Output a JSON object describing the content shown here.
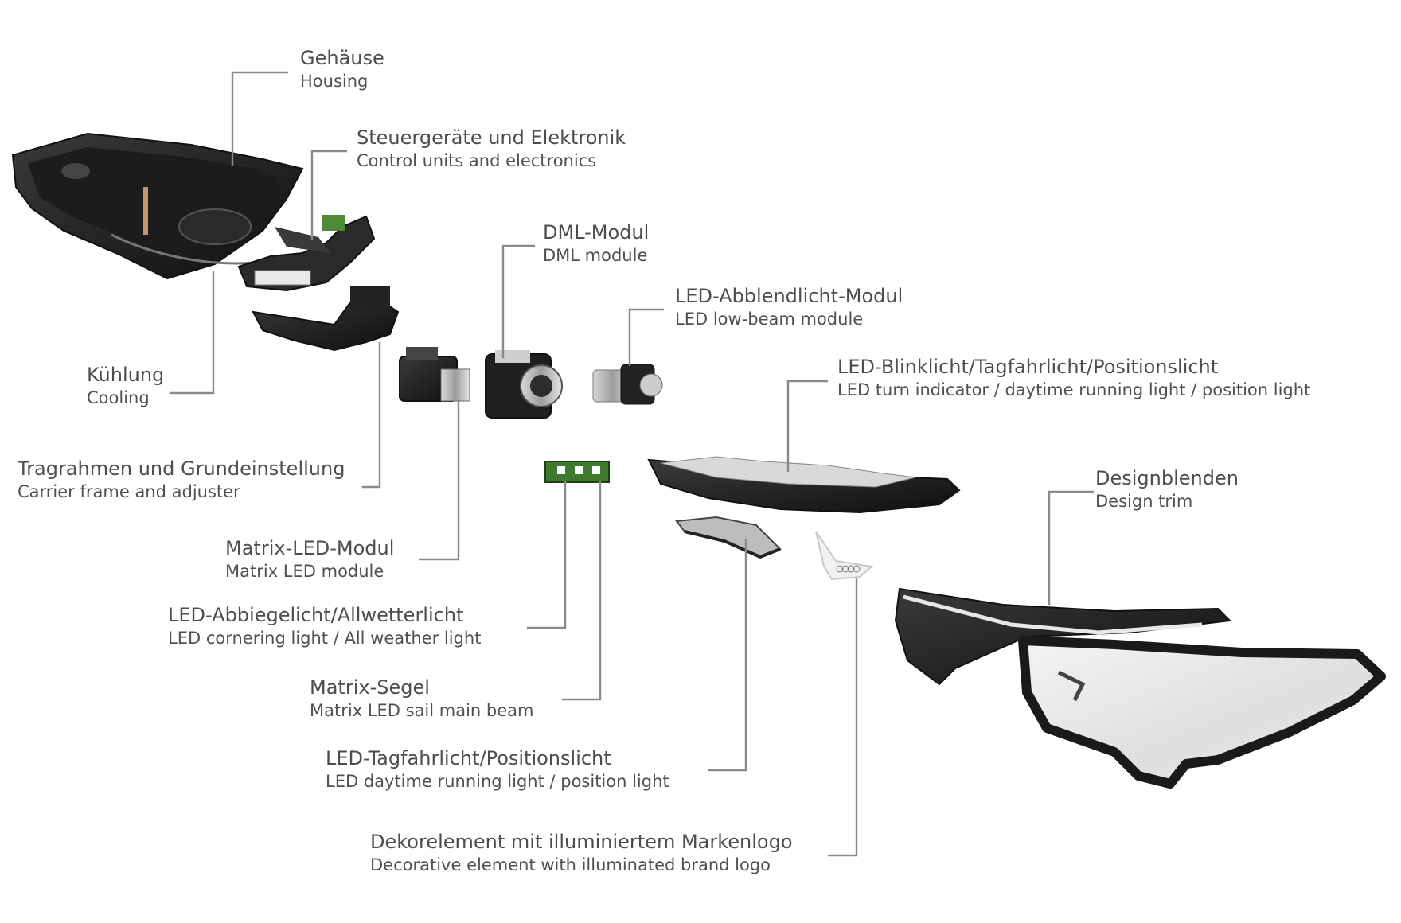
{
  "components": {
    "housing": {
      "de": "Gehäuse",
      "en": "Housing"
    },
    "control_units": {
      "de": "Steuergeräte und Elektronik",
      "en": "Control units and electronics"
    },
    "dml_module": {
      "de": "DML-Modul",
      "en": "DML module"
    },
    "low_beam": {
      "de": "LED-Abblendlicht-Modul",
      "en": "LED low-beam module"
    },
    "turn_indicator": {
      "de": "LED-Blinklicht/Tagfahrlicht/Positionslicht",
      "en": "LED turn indicator / daytime running light / position light"
    },
    "cooling": {
      "de": "Kühlung",
      "en": "Cooling"
    },
    "carrier_frame": {
      "de": "Tragrahmen und Grundeinstellung",
      "en": "Carrier frame and adjuster"
    },
    "design_trim": {
      "de": "Designblenden",
      "en": "Design trim"
    },
    "matrix_led": {
      "de": "Matrix-LED-Modul",
      "en": "Matrix LED module"
    },
    "cornering_light": {
      "de": "LED-Abbiegelicht/Allwetterlicht",
      "en": "LED cornering light / All weather light"
    },
    "matrix_sail": {
      "de": "Matrix-Segel",
      "en": "Matrix LED sail main beam"
    },
    "drl": {
      "de": "LED-Tagfahrlicht/Positionslicht",
      "en": "LED daytime running light / position light"
    },
    "decorative_element": {
      "de": "Dekorelement mit illuminiertem Markenlogo",
      "en": "Decorative element with illuminated brand logo"
    }
  }
}
